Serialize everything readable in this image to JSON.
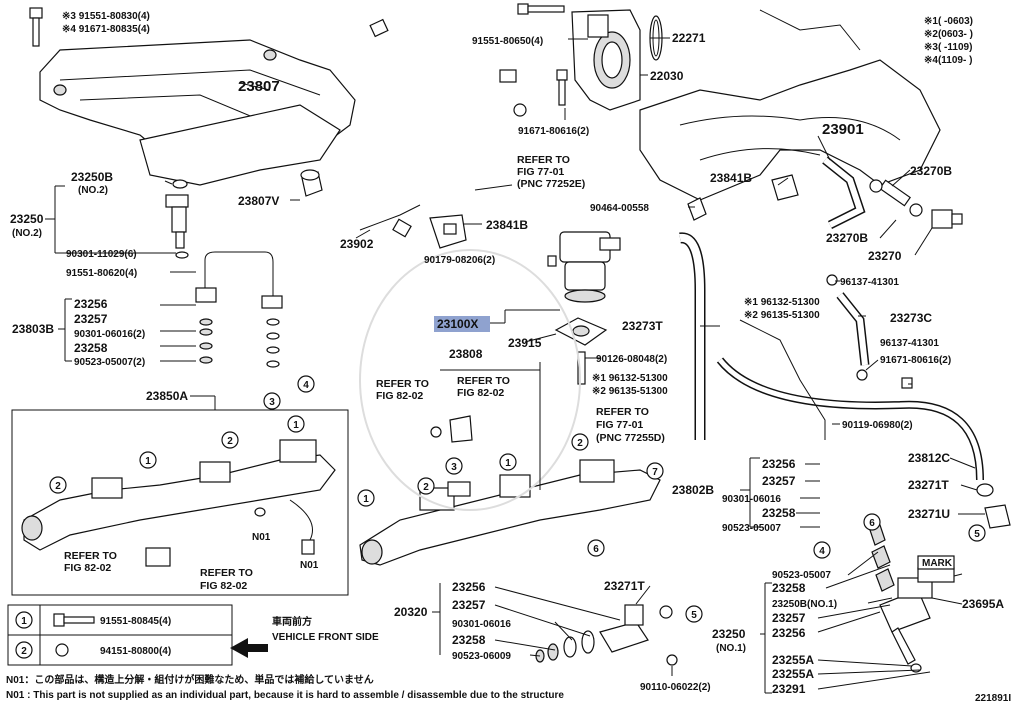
{
  "labels": {
    "L_91551_80830": "※3 91551-80830(4)",
    "L_91671_80835": "※4 91671-80835(4)",
    "L_23807a": "23807",
    "L_23250B": "23250B",
    "L_no2a": "(NO.2)",
    "L_23250": "23250",
    "L_no2b": "(NO.2)",
    "L_90301_11029": "90301-11029(6)",
    "L_91551_80620": "91551-80620(4)",
    "L_23256a": "23256",
    "L_23257a": "23257",
    "L_23803B": "23803B",
    "L_90301_06016a": "90301-06016(2)",
    "L_23258a": "23258",
    "L_90523_05007a": "90523-05007(2)",
    "L_23850A": "23850A",
    "L_23807V": "23807V",
    "L_23902": "23902",
    "L_91551_80650": "91551-80650(4)",
    "L_22271": "22271",
    "L_22030": "22030",
    "L_91671_80616a": "91671-80616(2)",
    "L_refer1a": "REFER TO",
    "L_refer1b": "FIG 77-01",
    "L_refer1c": "(PNC 77252E)",
    "L_23841Ba": "23841B",
    "L_90179": "90179-08206(2)",
    "L_23100X": "23100X",
    "L_23915": "23915",
    "L_23808": "23808",
    "L_90126": "90126-08048(2)",
    "L_96132a": "※1 96132-51300",
    "L_96135a": "※2 96135-51300",
    "L_refer2a": "REFER TO",
    "L_refer2b": "FIG 82-02",
    "L_refer3a": "REFER TO",
    "L_refer3b": "FIG 82-02",
    "L_refer4a": "REFER TO",
    "L_refer4b": "FIG 77-01",
    "L_refer4c": "(PNC 77255D)",
    "L_note1": "※1(    -0603)",
    "L_note2": "※2(0603-    )",
    "L_note3": "※3(    -1109)",
    "L_note4": "※4(1109-    )",
    "L_23901": "23901",
    "L_23841Bb": "23841B",
    "L_23270Ba": "23270B",
    "L_90464": "90464-00558",
    "L_23270Bb": "23270B",
    "L_23270": "23270",
    "L_96137a": "96137-41301",
    "L_96132b": "※1 96132-51300",
    "L_96135b": "※2 96135-51300",
    "L_23273T": "23273T",
    "L_23273C": "23273C",
    "L_96137b": "96137-41301",
    "L_91671_80616b": "91671-80616(2)",
    "L_90119": "90119-06980(2)",
    "L_23812C": "23812C",
    "L_23256b": "23256",
    "L_23257b": "23257",
    "L_23802B": "23802B",
    "L_90301_06016b": "90301-06016",
    "L_23258b": "23258",
    "L_90523_05007b": "90523-05007",
    "L_23271Ta": "23271T",
    "L_23271U": "23271U",
    "L_refer5a": "REFER TO",
    "L_refer5b": "FIG 82-02",
    "L_refer6a": "REFER TO",
    "L_refer6b": "FIG 82-02",
    "L_N01a": "N01",
    "L_N01b": "N01",
    "L_23256c": "23256",
    "L_23257c": "23257",
    "L_20320": "20320",
    "L_90301_06016c": "90301-06016",
    "L_23258c": "23258",
    "L_90523_06009": "90523-06009",
    "L_23271Tb": "23271T",
    "L_90110": "90110-06022(2)",
    "L_90523_05007c": "90523-05007",
    "L_23258d": "23258",
    "L_23250Bb": "23250B(NO.1)",
    "L_23257d": "23257",
    "L_23256d": "23256",
    "L_23250b": "23250",
    "L_no1": "(NO.1)",
    "L_23255Aa": "23255A",
    "L_23255Ab": "23255A",
    "L_23291": "23291",
    "L_mark": "MARK",
    "L_23695A": "23695A",
    "L_front_jp": "車両前方",
    "L_front_en": "VEHICLE FRONT SIDE",
    "L_leg1": "91551-80845(4)",
    "L_leg2": "94151-80800(4)",
    "L_foot_jp": "N01：この部品は、構造上分解・組付けが困難なため、単品では補給していません",
    "L_foot_en": "N01 : This part is not supplied as an individual part, because it is hard to assemble / disassemble due to the structure",
    "L_figno": "221891I",
    "C1": "1",
    "C2": "2",
    "C3": "3",
    "C4": "4",
    "C5": "5",
    "C6": "6",
    "C7": "7"
  },
  "colors": {
    "line": "#111111",
    "highlight": "#8fa2cf"
  }
}
